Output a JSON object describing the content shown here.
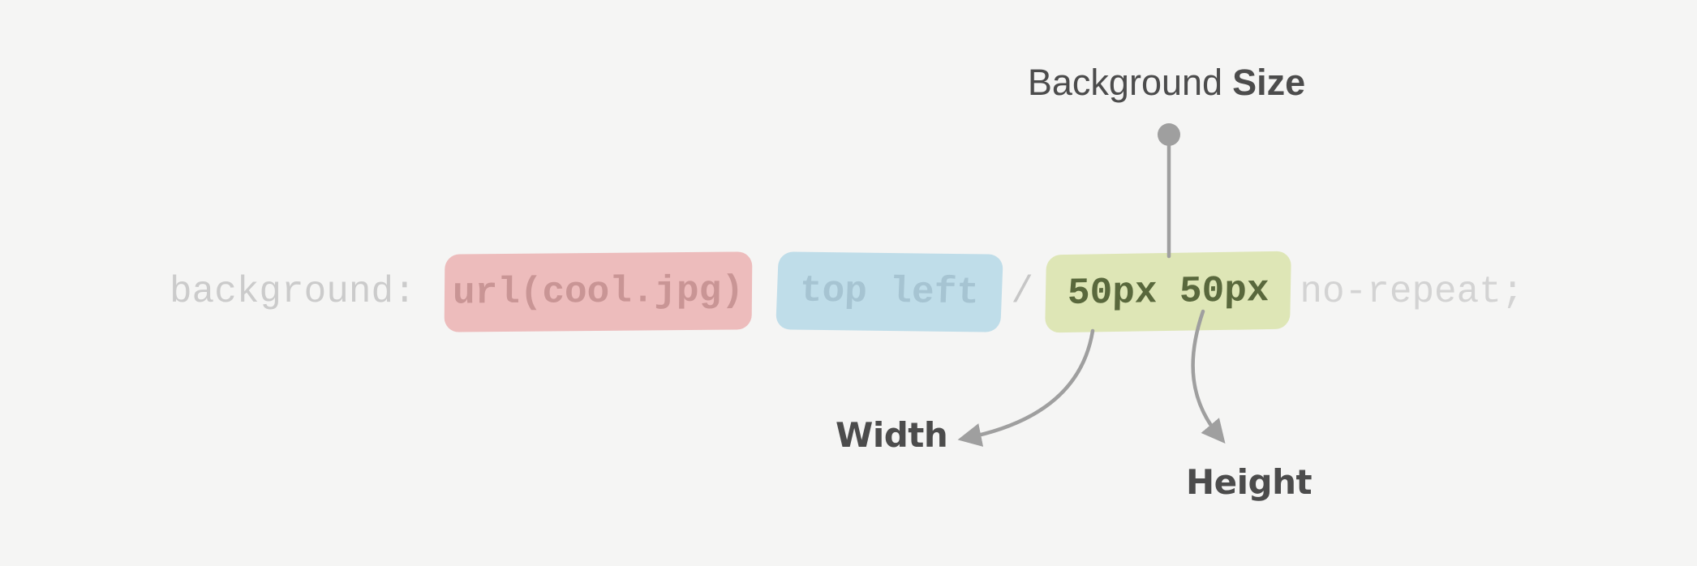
{
  "diagram": {
    "kind": "css-background-shorthand-annotation",
    "title": {
      "regular": "Background",
      "bold": "Size"
    },
    "labels": {
      "width": "Width",
      "height": "Height"
    },
    "code": {
      "property": "background:",
      "image_token": "url(cool.jpg)",
      "position_token": "top left",
      "separator": "/",
      "size_token": "50px 50px",
      "repeat_token": "no-repeat;"
    }
  },
  "colors": {
    "canvas_bg": "#f5f5f4",
    "muted_code": "#cbcbcb",
    "separator": "#c6c6c6",
    "faint_code": "#d3d3d3",
    "image_chip_bg": "#edbcbc",
    "image_chip_fg": "#c99595",
    "position_chip_bg": "#bfdde9",
    "position_chip_fg": "#a6c4d2",
    "size_chip_bg": "#dee6b6",
    "size_chip_fg": "#59683c",
    "label": "#4c4c4c",
    "connector": "#9f9f9f"
  }
}
